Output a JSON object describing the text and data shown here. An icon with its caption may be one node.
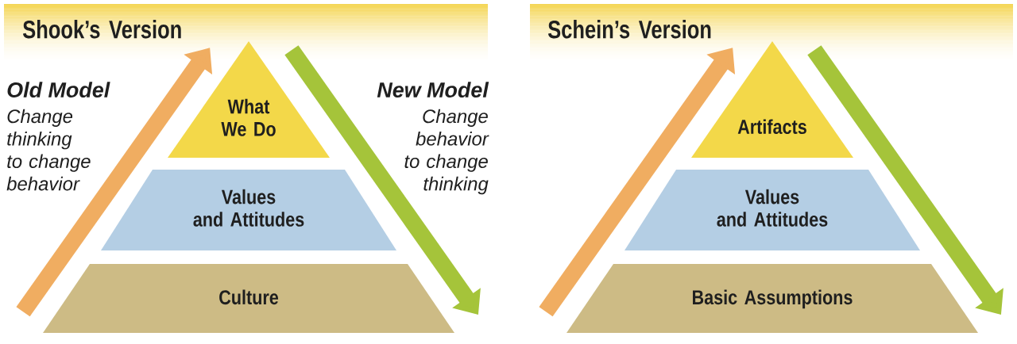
{
  "diagram": {
    "nodes": [
      {
        "text": [
          "Shook’s Version"
        ]
      },
      {
        "text": [
          "What We Do"
        ]
      },
      {
        "text": [
          "Values and Attitudes"
        ]
      },
      {
        "text": [
          "Culture"
        ]
      },
      {
        "text": [
          "Schein’s Version"
        ]
      },
      {
        "text": [
          "Artifacts"
        ]
      },
      {
        "text": [
          "Values and Attitudes"
        ]
      },
      {
        "text": [
          "Basic Assumptions"
        ]
      }
    ],
    "edges": [
      {
        "from": 3,
        "to": 0,
        "arrow": "to",
        "color": "#f0ad61"
      },
      {
        "from": 0,
        "to": 3,
        "arrow": "to",
        "color": "#a5c43a"
      },
      {
        "from": 7,
        "to": 4,
        "arrow": "to",
        "color": "#f0ad61"
      },
      {
        "from": 4,
        "to": 7,
        "arrow": "to",
        "color": "#a5c43a"
      }
    ],
    "labels": [
      "Old Model",
      "Change thinking to change behavior",
      "New Model",
      "Change behavior to change thinking"
    ]
  }
}
